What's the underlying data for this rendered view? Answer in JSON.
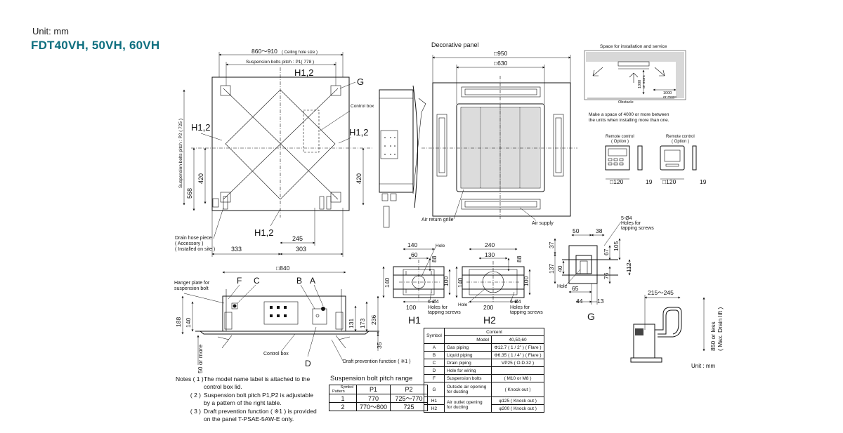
{
  "header": {
    "unit": "Unit: mm",
    "model": "FDT40VH, 50VH, 60VH"
  },
  "top_view": {
    "ceiling_hole": "860～910",
    "ceiling_hole_note": "( Ceiling hole size )",
    "pitch_p1": "Suspension bolts pitch : P1( 778 )",
    "pitch_p2": "Suspension bolts pitch : P2 ( 725 )",
    "dim_420_left": "420",
    "dim_420_right": "420",
    "dim_568": "568",
    "dim_245": "245",
    "dim_333": "333",
    "dim_303": "303",
    "label_h12_top": "H1,2",
    "label_h12_left": "H1,2",
    "label_h12_right": "H1,2",
    "label_h12_bottom": "H1,2",
    "label_g": "G",
    "control_box": "Control\nbox",
    "drain_hose": "Drain hose piece\n( Accessory )\n( Installed on site )"
  },
  "front_view": {
    "decorative_panel": "Decorative panel",
    "dim_950": "□950",
    "dim_630": "□630",
    "air_return": "Air return grille",
    "air_supply": "Air supply"
  },
  "service_space": {
    "title": "Space for installation and service",
    "d1000_a": "1000\nor more",
    "d1000_b": "1000\nor more",
    "obstacle": "Obstacle",
    "note": "Make a space of 4000 or more between\nthe units when installing more than one."
  },
  "remotes": {
    "r1_label": "Remote control\n( Option )",
    "r2_label": "Remote control\n( Option )",
    "r1_w": "□120",
    "r1_d": "19",
    "r2_w": "□120",
    "r2_d": "19"
  },
  "side_view": {
    "dim_840": "□840",
    "hanger": "Hanger plate for\nsuspension bolt",
    "lF": "F",
    "lC": "C",
    "lB": "B",
    "lA": "A",
    "lD": "D",
    "dim_188": "188",
    "dim_140": "140",
    "dim_131": "131",
    "dim_173": "173",
    "dim_236": "236",
    "dim_35": "35",
    "fifty_more": "50 or more",
    "control_box": "Control box",
    "draft": "Draft prevention function ( ※1 )"
  },
  "notes": [
    {
      "k": "Notes ( 1 )",
      "t": "The model name label is attached to the\ncontrol box lid."
    },
    {
      "k": "( 2 )",
      "t": "Suspension bolt pitch P1,P2 is adjustable\nby a pattern of the right table."
    },
    {
      "k": "( 3 )",
      "t": "Draft prevention function ( ※1 ) is provided\non the panel T-PSAE-5AW-E only."
    }
  ],
  "pitch_table": {
    "title": "Suspension bolt pitch range",
    "h_symbol": "Symbol",
    "h_pattern": "Pattern",
    "h_p1": "P1",
    "h_p2": "P2",
    "rows": [
      {
        "pattern": "1",
        "p1": "770",
        "p2": "725～770"
      },
      {
        "pattern": "2",
        "p1": "770～800",
        "p2": "725"
      }
    ]
  },
  "h1_detail": {
    "d140": "140",
    "d60": "60",
    "d88": "88",
    "d140v": "140",
    "d100v": "100",
    "d100": "100",
    "hole": "Hole",
    "holes": "6-Ø4\nHoles for\ntapping screws",
    "label": "H1"
  },
  "h2_detail": {
    "d240": "240",
    "d130": "130",
    "d88": "88",
    "d140v": "140",
    "d100v": "100",
    "d200": "200",
    "hole": "Hole",
    "holes": "6-Ø4\nHoles for\ntapping screws",
    "label": "H2"
  },
  "g_detail": {
    "holes": "5-Ø4\nHoles for\ntapping screws",
    "d50": "50",
    "d38": "38",
    "d37": "37",
    "d67": "67",
    "d105": "105",
    "d137": "137",
    "d40": "40",
    "d76": "76",
    "d112": "112",
    "d65": "65",
    "d44": "44",
    "d13": "13",
    "hole": "Hole",
    "label": "G"
  },
  "symbol_table": {
    "h_symbol": "Symbol",
    "h_content": "Content",
    "model_label": "Model",
    "model_val": "40,50,60",
    "rows": [
      {
        "s": "A",
        "n": "Gas piping",
        "v": "Φ12.7 ( 1 / 2\" ) ( Flare )"
      },
      {
        "s": "B",
        "n": "Liquid piping",
        "v": "Φ6.35 ( 1 / 4\" ) ( Flare )"
      },
      {
        "s": "C",
        "n": "Drain piping",
        "v": "VP25 ( O.D.32 )"
      },
      {
        "s": "D",
        "n": "Hole for wiring",
        "v": ""
      },
      {
        "s": "F",
        "n": "Suspension bolts",
        "v": "( M10 or M8 )"
      },
      {
        "s": "G",
        "n": "Outside air opening\nfor ducting",
        "v": "( Knock out )"
      },
      {
        "s": "H1",
        "n": "Air outlet opening\nfor ducting",
        "v": "φ125 ( Knock out )"
      },
      {
        "s": "H2",
        "n": "",
        "v": "φ200 ( Knock out )"
      }
    ]
  },
  "drain_lift": {
    "d215": "215～245",
    "lift": "850 or less\n( Max. Drain lift )",
    "unit": "Unit : mm"
  }
}
